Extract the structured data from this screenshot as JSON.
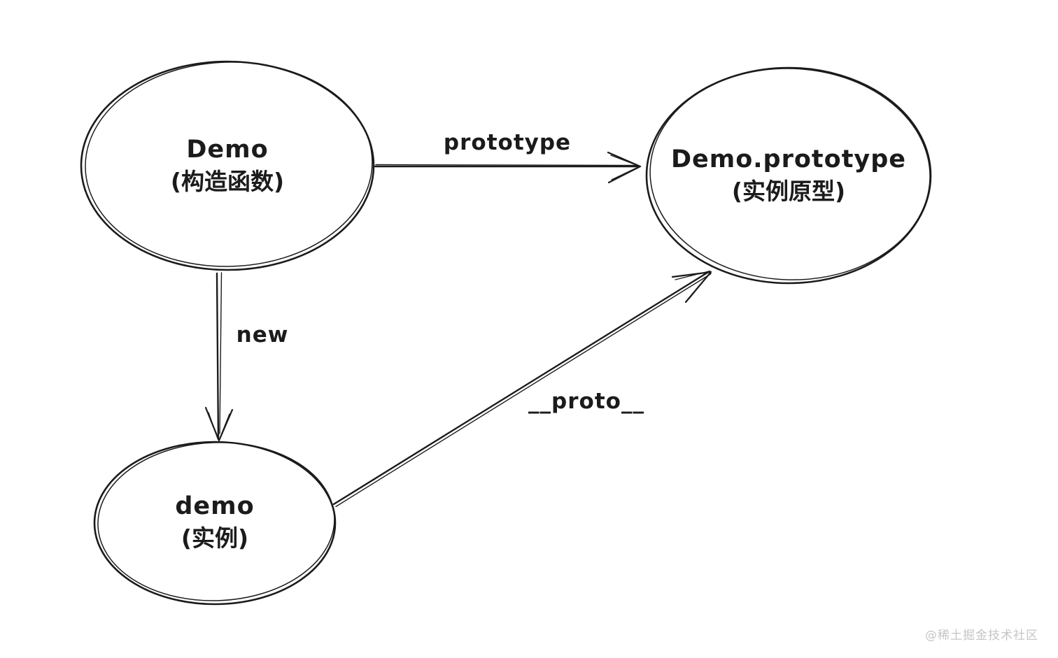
{
  "diagram": {
    "title_hint": "JavaScript prototype relationship sketch",
    "nodes": [
      {
        "id": "constructor",
        "title": "Demo",
        "subtitle": "(构造函数)"
      },
      {
        "id": "prototype-object",
        "title": "Demo.prototype",
        "subtitle": "(实例原型)"
      },
      {
        "id": "instance",
        "title": "demo",
        "subtitle": "(实例)"
      }
    ],
    "edges": [
      {
        "from": "constructor",
        "to": "prototype-object",
        "label": "prototype"
      },
      {
        "from": "constructor",
        "to": "instance",
        "label": "new"
      },
      {
        "from": "instance",
        "to": "prototype-object",
        "label": "__proto__"
      }
    ]
  },
  "watermark": {
    "text": "@稀土掘金技术社区"
  },
  "colors": {
    "ink": "#1b1b1b",
    "background": "#ffffff",
    "watermark": "#c5c5c5"
  }
}
